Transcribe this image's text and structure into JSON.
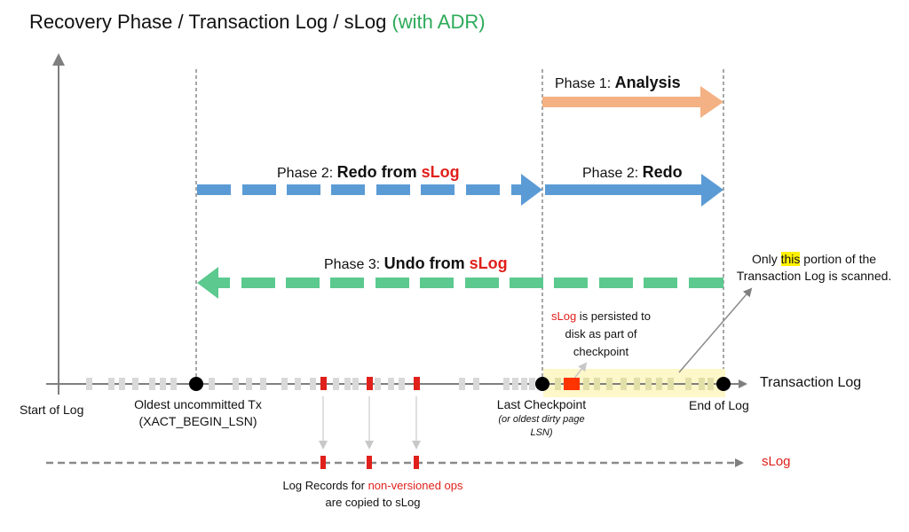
{
  "title": {
    "main": "Recovery Phase / Transaction Log / sLog ",
    "accent": "(with ADR)"
  },
  "colors": {
    "analysis": "#f4b183",
    "redo": "#5b9bd5",
    "undo": "#5cc98f",
    "slog_red": "#e0201b",
    "record_gray": "#d9d9d9",
    "scan_highlight": "#fdf7c9",
    "axis": "#7f7f7f"
  },
  "phases": {
    "analysis": {
      "prefix": "Phase 1: ",
      "bold": "Analysis"
    },
    "redo_from_slog": {
      "prefix": "Phase 2: ",
      "bold": "Redo from ",
      "bold_red": "sLog"
    },
    "redo": {
      "prefix": "Phase 2: ",
      "bold": "Redo"
    },
    "undo_from_slog": {
      "prefix": "Phase 3: ",
      "bold": "Undo from ",
      "bold_red": "sLog"
    }
  },
  "annotations": {
    "scanned_line1_before": "Only ",
    "scanned_highlight": "this",
    "scanned_line1_after": " portion of the",
    "scanned_line2": "Transaction Log is scanned.",
    "slog_persist_red": "sLog",
    "slog_persist_line1": " is persisted to",
    "slog_persist_line2": "disk as part of",
    "slog_persist_line3": "checkpoint",
    "copied_line1_before": "Log Records for ",
    "copied_red": "non-versioned ops",
    "copied_line2": "are copied to sLog"
  },
  "timeline": {
    "axis_label": "Transaction Log",
    "slog_label": "sLog",
    "markers": {
      "start": "Start of Log",
      "oldest_tx_line1": "Oldest uncommitted Tx",
      "oldest_tx_line2": "(XACT_BEGIN_LSN)",
      "last_checkpoint": "Last Checkpoint",
      "last_checkpoint_note1": "(or oldest dirty page",
      "last_checkpoint_note2": "LSN)",
      "end": "End of Log"
    }
  }
}
